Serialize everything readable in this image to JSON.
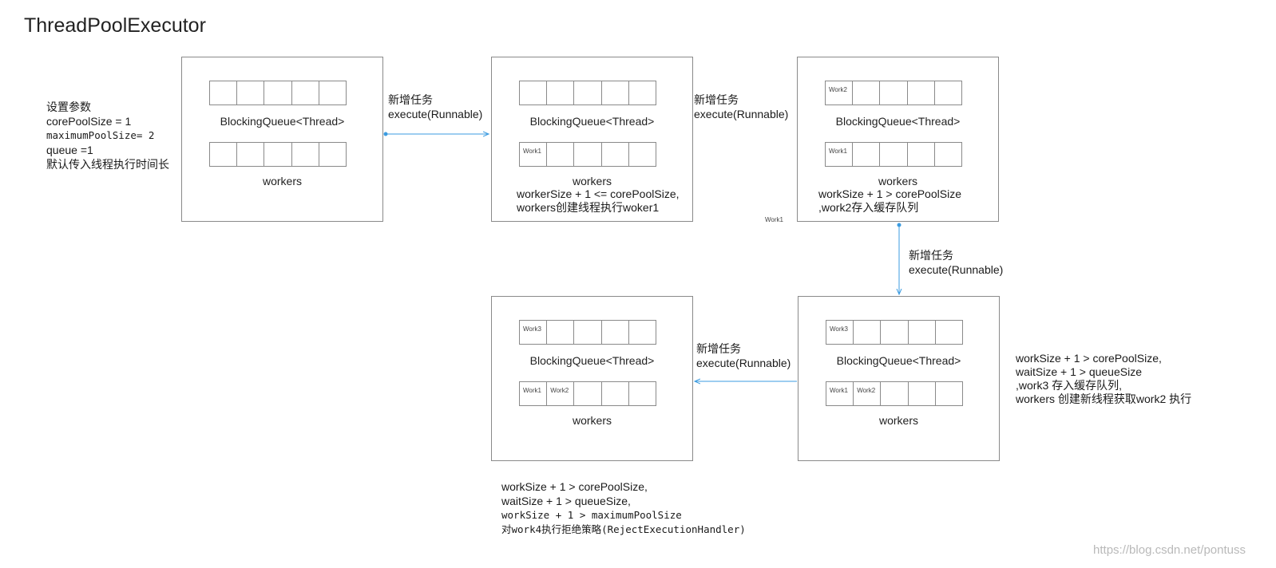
{
  "title": "ThreadPoolExecutor",
  "settings": {
    "lines": [
      "设置参数",
      "corePoolSize = 1",
      "maximumPoolSize= 2",
      "queue =1",
      "默认传入线程执行时间长"
    ]
  },
  "labels": {
    "queue": "BlockingQueue<Thread>",
    "workers": "workers"
  },
  "edge_label": [
    "新增任务",
    "execute(Runnable)"
  ],
  "boxes": [
    {
      "queue_cells": [
        "",
        "",
        "",
        "",
        ""
      ],
      "worker_cells": [
        "",
        "",
        "",
        "",
        ""
      ],
      "notes": []
    },
    {
      "queue_cells": [
        "",
        "",
        "",
        "",
        ""
      ],
      "worker_cells": [
        "Work1",
        "",
        "",
        "",
        ""
      ],
      "notes": [
        "workerSize + 1 <= corePoolSize,",
        "workers创建线程执行woker1"
      ]
    },
    {
      "queue_cells": [
        "Work2",
        "",
        "",
        "",
        ""
      ],
      "worker_cells": [
        "Work1",
        "",
        "",
        "",
        ""
      ],
      "notes": [
        "workSize + 1 > corePoolSize",
        ",work2存入缓存队列"
      ]
    },
    {
      "queue_cells": [
        "Work3",
        "",
        "",
        "",
        ""
      ],
      "worker_cells": [
        "Work1",
        "Work2",
        "",
        "",
        ""
      ],
      "notes": []
    },
    {
      "queue_cells": [
        "Work3",
        "",
        "",
        "",
        ""
      ],
      "worker_cells": [
        "Work1",
        "Work2",
        "",
        "",
        ""
      ],
      "notes": []
    }
  ],
  "stray_tag": "Work1",
  "right_note": [
    "workSize + 1 > corePoolSize,",
    "waitSize + 1 > queueSize",
    ",work3 存入缓存队列,",
    "workers  创建新线程获取work2 执行"
  ],
  "bottom_note": [
    "workSize + 1 > corePoolSize,",
    "waitSize + 1 > queueSize,",
    "workSize + 1 > maximumPoolSize",
    "对work4执行拒绝策略(RejectExecutionHandler)"
  ],
  "watermark": "https://blog.csdn.net/pontuss",
  "colors": {
    "arrow": "#3b9be0",
    "border": "#8a8a8a"
  }
}
